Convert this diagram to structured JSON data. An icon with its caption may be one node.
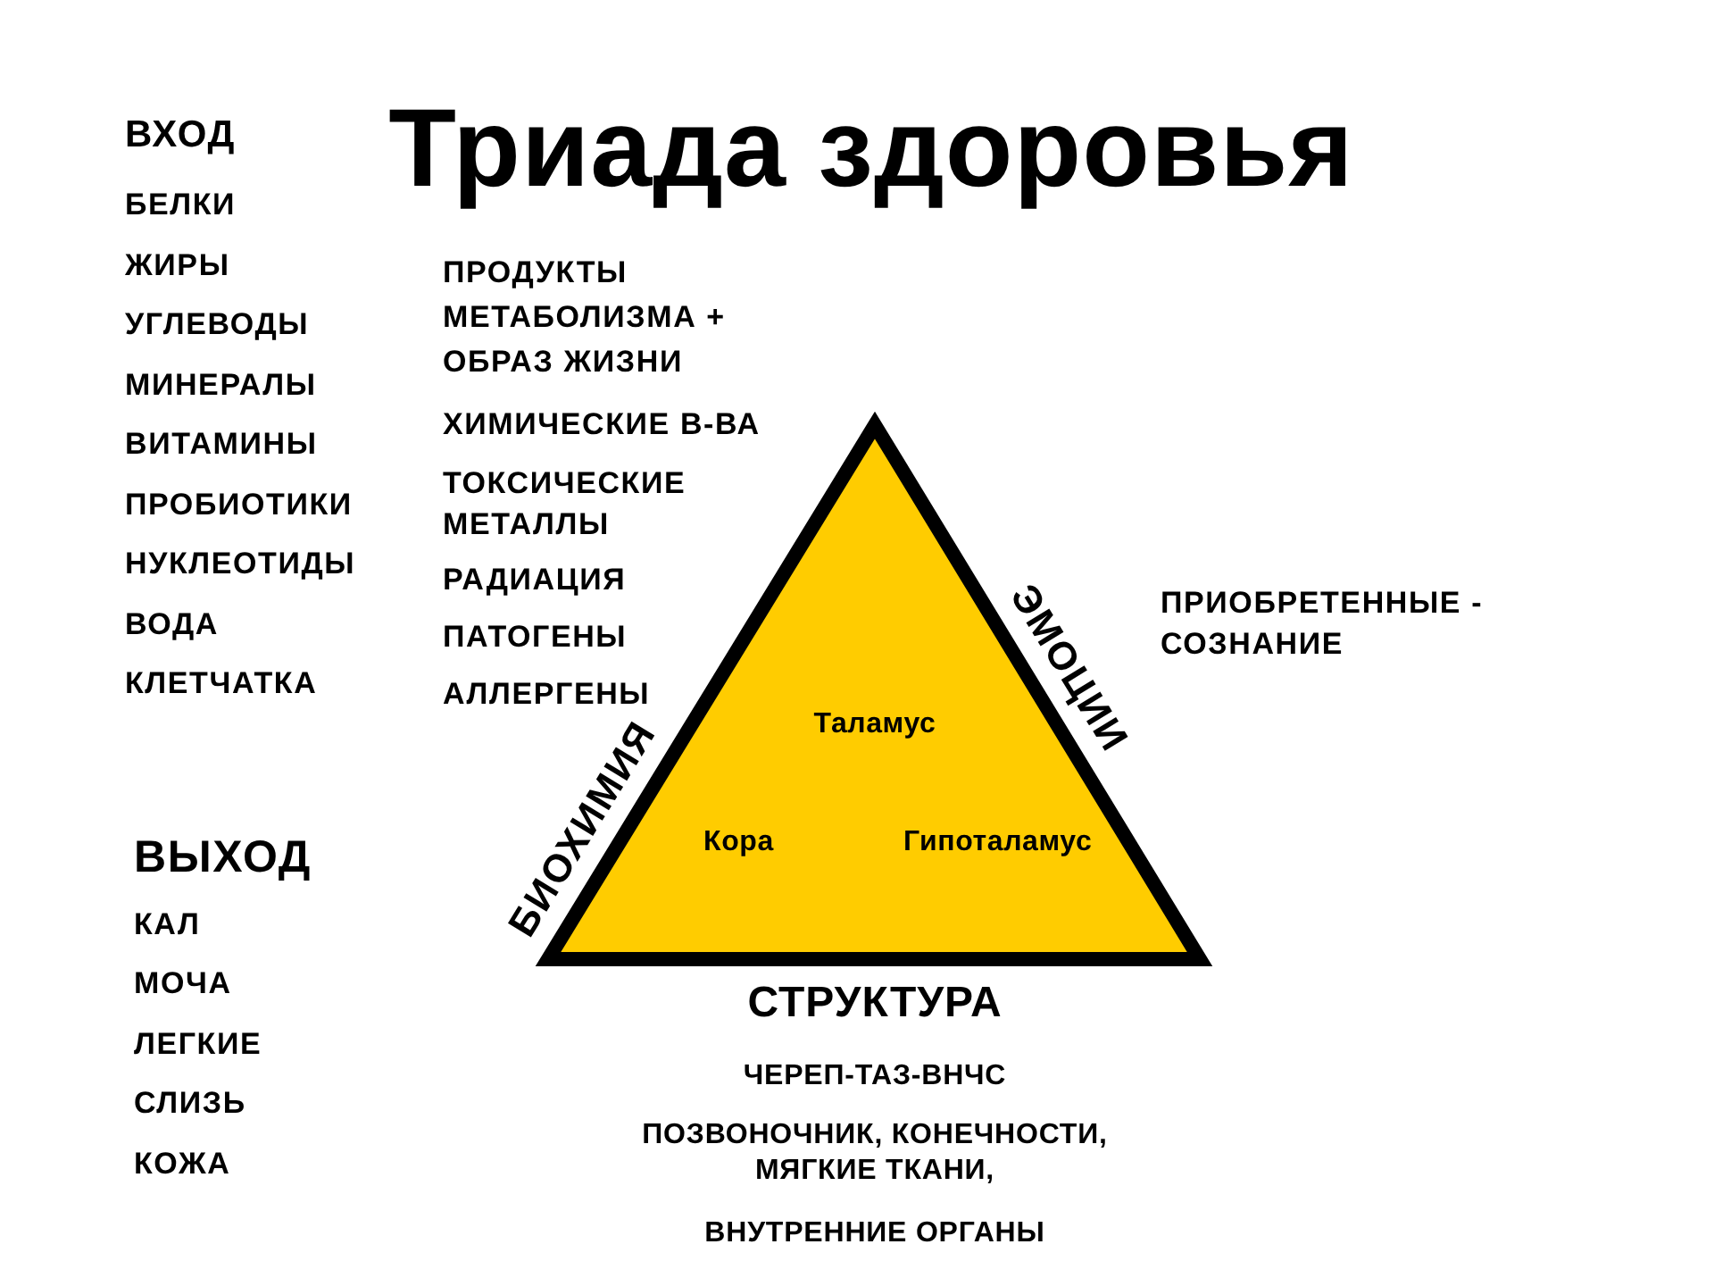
{
  "diagram": {
    "title": "Триада здоровья",
    "nodes": [
      {
        "text": [
          "Таламус",
          "Кора",
          "Гипоталамус"
        ],
        "beside": [
          "БИОХИМИЯ",
          "ЭМОЦИИ",
          "СТРУКТУРА"
        ]
      }
    ],
    "labels": [
      "ВХОД",
      "БЕЛКИ",
      "ЖИРЫ",
      "УГЛЕВОДЫ",
      "МИНЕРАЛЫ",
      "ВИТАМИНЫ",
      "ПРОБИОТИКИ",
      "НУКЛЕОТИДЫ",
      "ВОДА",
      "КЛЕТЧАТКА",
      "ПРОДУКТЫ МЕТАБОЛИЗМА + ОБРАЗ ЖИЗНИ",
      "ХИМИЧЕСКИЕ В-ВА",
      "ТОКСИЧЕСКИЕ МЕТАЛЛЫ",
      "РАДИАЦИЯ",
      "ПАТОГЕНЫ",
      "АЛЛЕРГЕНЫ",
      "ПРИОБРЕТЕННЫЕ - СОЗНАНИЕ",
      "ВЫХОД",
      "КАЛ",
      "МОЧА",
      "ЛЕГКИЕ",
      "СЛИЗЬ",
      "КОЖА",
      "ЧЕРЕП-ТАЗ-ВНЧС",
      "ПОЗВОНОЧНИК, КОНЕЧНОСТИ, МЯГКИЕ ТКАНИ,",
      "ВНУТРЕННИЕ ОРГАНЫ"
    ]
  }
}
